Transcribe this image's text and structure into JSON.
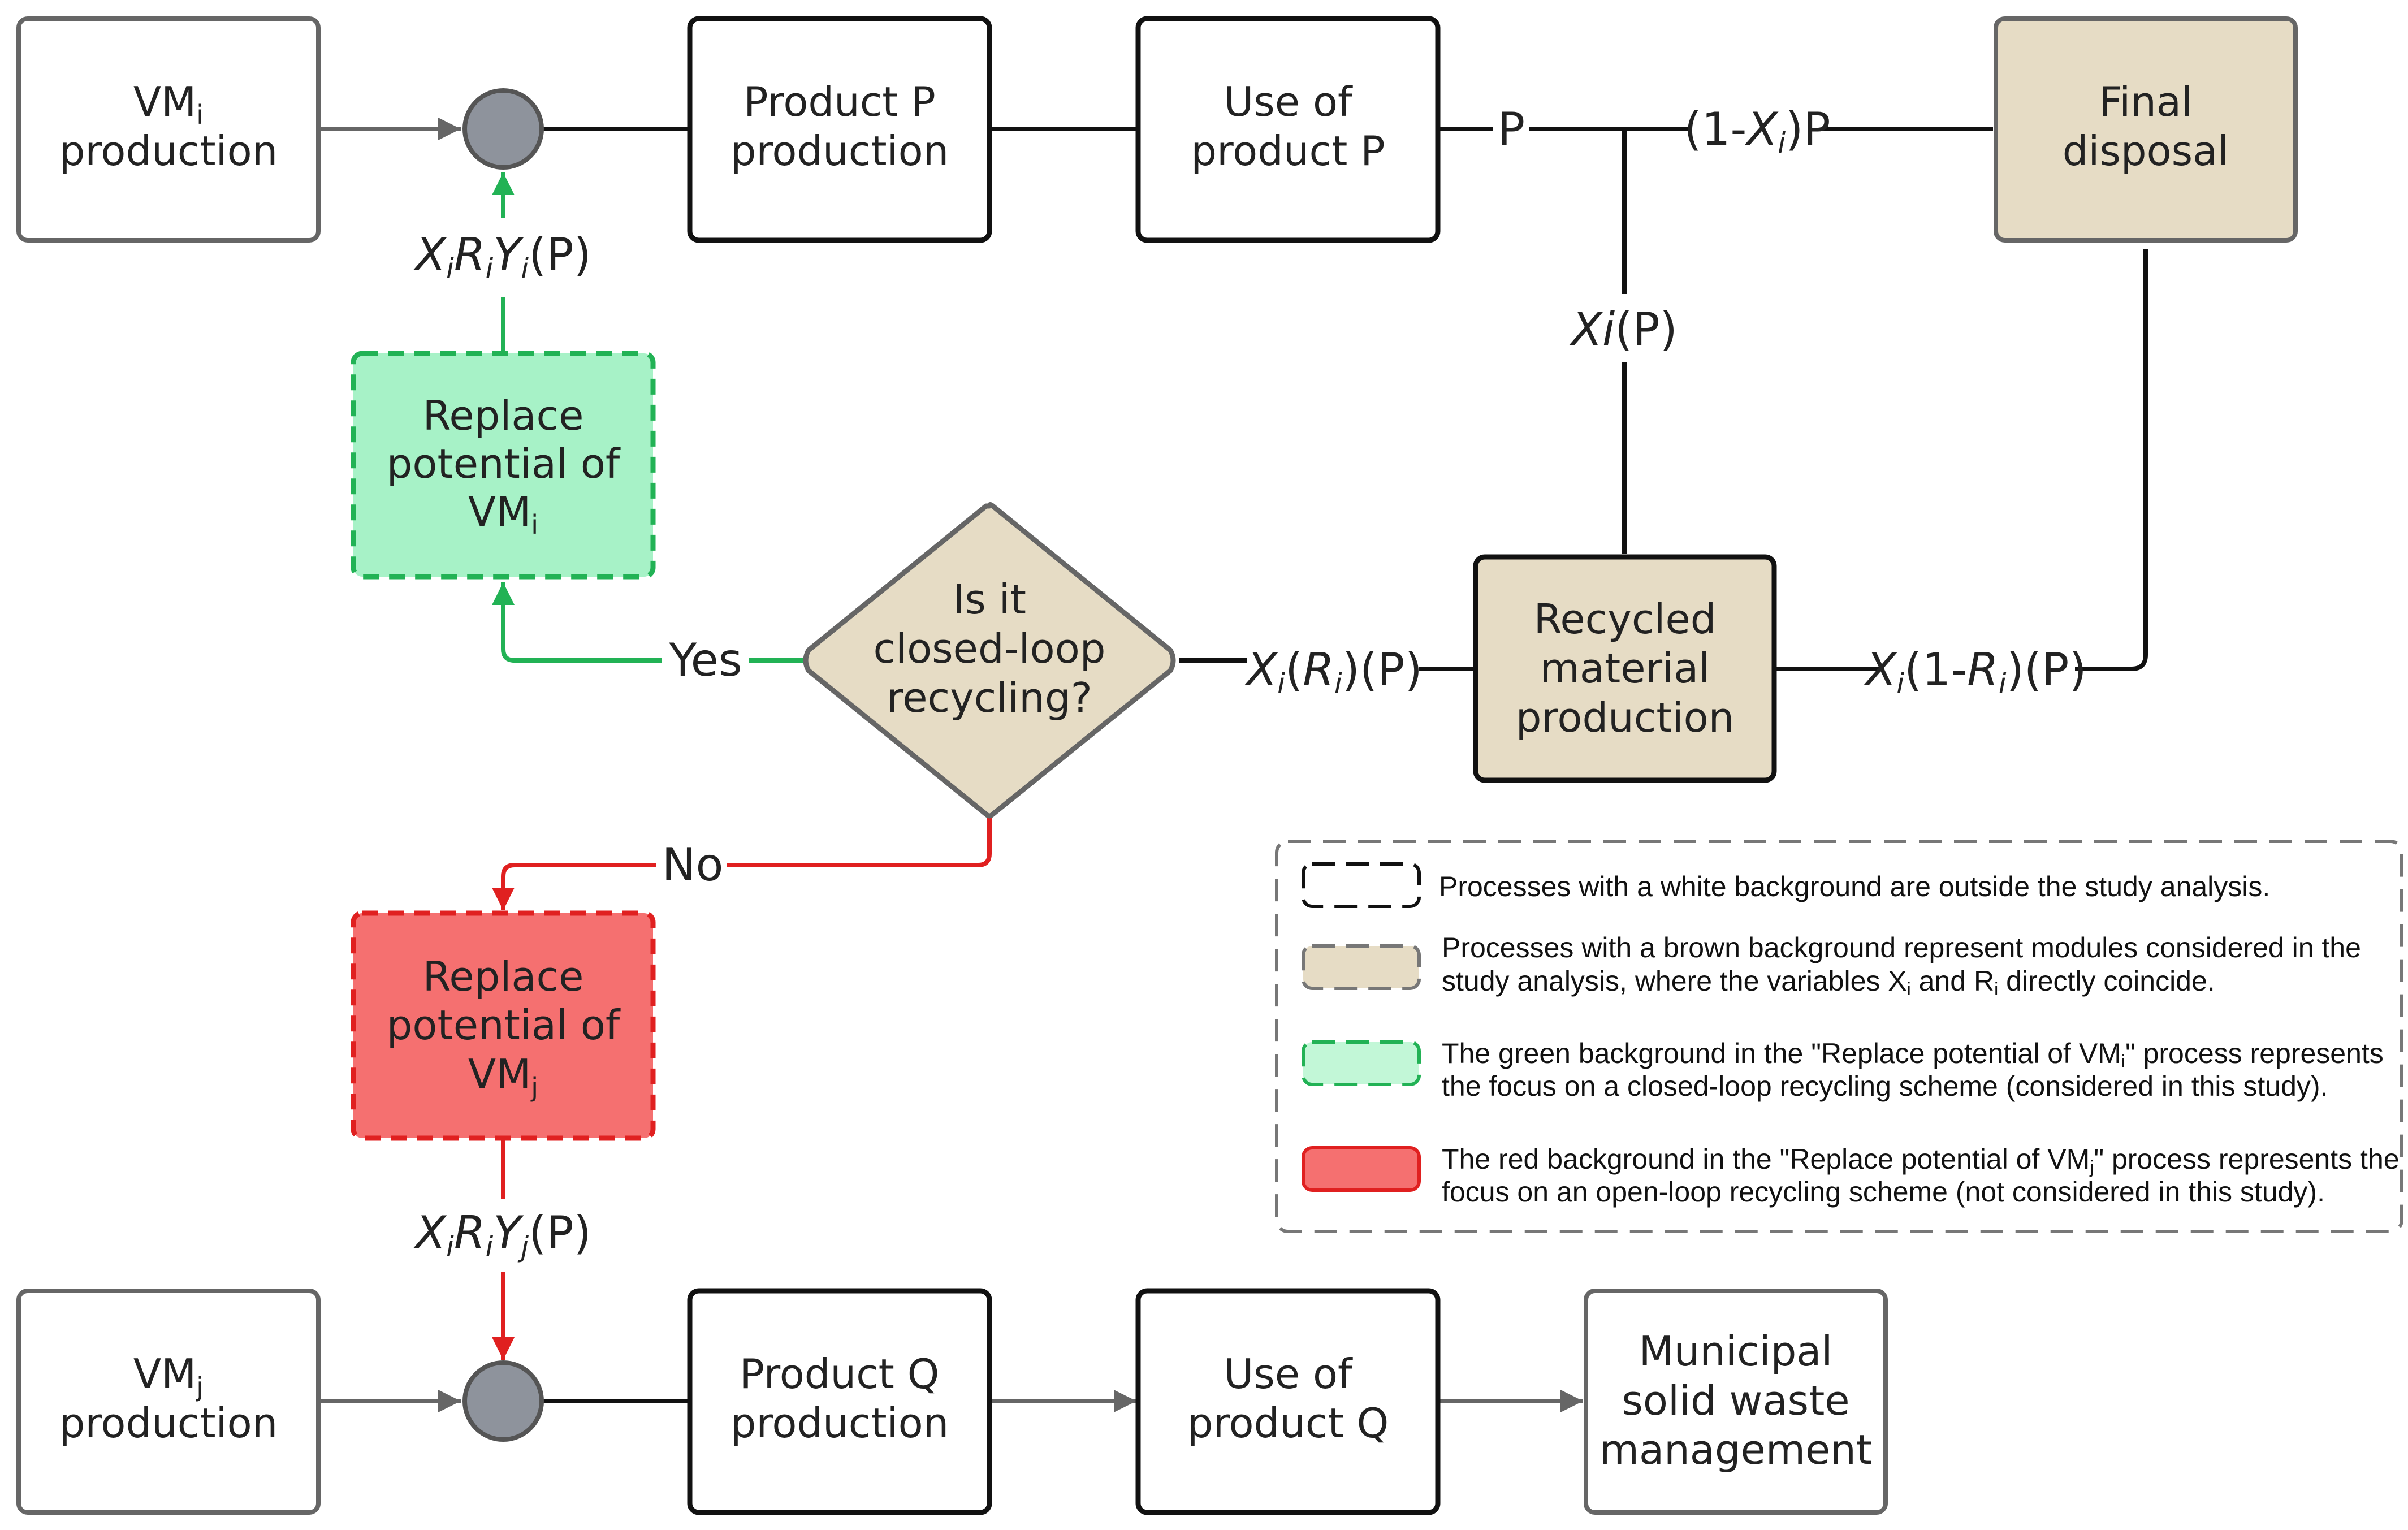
{
  "nodes": {
    "vmi_production": {
      "line1": "VM",
      "sub": "i",
      "line2": "production"
    },
    "product_p_production": {
      "line1": "Product P",
      "line2": "production"
    },
    "use_of_product_p": {
      "line1": "Use of",
      "line2": "product P"
    },
    "final_disposal": {
      "line1": "Final",
      "line2": "disposal"
    },
    "replace_potential_vmi": {
      "line1": "Replace",
      "line2": "potential of",
      "line3": "VM",
      "sub": "i"
    },
    "decision": {
      "line1": "Is it",
      "line2": "closed-loop",
      "line3": "recycling?"
    },
    "recycled_material_production": {
      "line1": "Recycled",
      "line2": "material",
      "line3": "production"
    },
    "replace_potential_vmj": {
      "line1": "Replace",
      "line2": "potential of",
      "line3": "VM",
      "sub": "j"
    },
    "vmj_production": {
      "line1": "VM",
      "sub": "j",
      "line2": "production"
    },
    "product_q_production": {
      "line1": "Product Q",
      "line2": "production"
    },
    "use_of_product_q": {
      "line1": "Use of",
      "line2": "product Q"
    },
    "municipal_solid_waste": {
      "line1": "Municipal",
      "line2": "solid waste",
      "line3": "management"
    }
  },
  "edge_labels": {
    "p": "P",
    "one_minus_xi_p": {
      "open": "(1-",
      "x": "X",
      "sub": "i",
      "close": ")P"
    },
    "xi_p": {
      "x": "Xi",
      "rest": "(P)"
    },
    "xi_ri_p": {
      "x": "X",
      "sub1": "i",
      "mid": "(",
      "r": "R",
      "sub2": "i",
      "close": ")(P)"
    },
    "xi_one_minus_ri_p": {
      "x": "X",
      "sub1": "i",
      "mid": "(1-",
      "r": "R",
      "sub2": "i",
      "close": ")(P)"
    },
    "xiriyi_p": {
      "x": "X",
      "s1": "i",
      "r": "R",
      "s2": "i",
      "y": "Y",
      "s3": "i",
      "close": "(P)"
    },
    "xiriyj_p": {
      "x": "X",
      "s1": "i",
      "r": "R",
      "s2": "i",
      "y": "Y",
      "s3": "j",
      "close": "(P)"
    },
    "yes": "Yes",
    "no": "No"
  },
  "legend": {
    "white": {
      "text": "Processes with a white background are outside the study analysis."
    },
    "brown": {
      "line1": "Processes with a brown background represent modules considered in the",
      "line2a": "study analysis, where the variables X",
      "s1": "i",
      "line2b": " and R",
      "s2": "i",
      "line2c": " directly coincide."
    },
    "green": {
      "line1a": "The green background in the \"Replace potential of VM",
      "s": "i",
      "line1b": "\" process represents",
      "line2": "the focus on a closed-loop recycling scheme (considered in this study)."
    },
    "red": {
      "line1a": "The red background in the \"Replace potential of VM",
      "s": "j",
      "line1b": "\" process represents the",
      "line2": "focus on an open-loop recycling scheme (not considered in this study)."
    }
  },
  "colors": {
    "brown_fill": "#e6dcc5",
    "green_fill": "#a7f2c7",
    "green_stroke": "#22b255",
    "red_fill": "#f57070",
    "red_stroke": "#e02020",
    "junction": "#8e939c"
  }
}
